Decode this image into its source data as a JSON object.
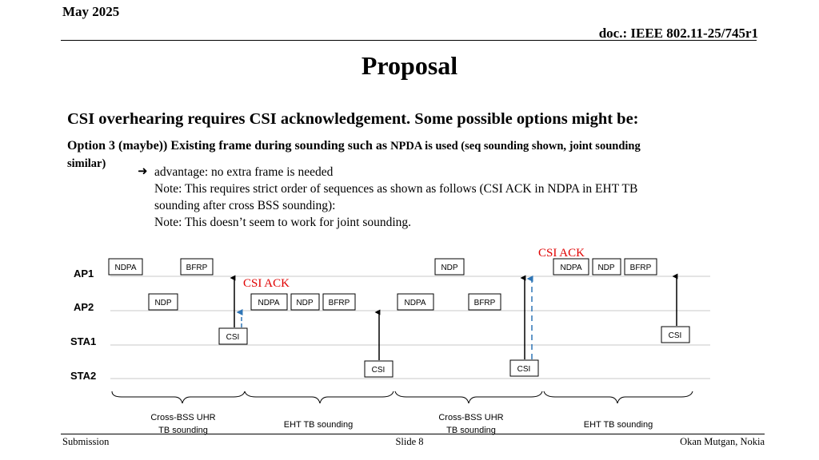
{
  "header": {
    "date": "May 2025",
    "doc": "doc.: IEEE 802.11-25/745r1"
  },
  "title": "Proposal",
  "heading": "CSI overhearing requires CSI acknowledgement. Some possible options might be:",
  "option": {
    "lead": "Option 3 (maybe)) Existing frame during sounding such as ",
    "small": "NPDA is used (seq sounding shown, joint sounding",
    "tail": "similar)"
  },
  "bullet": {
    "line1": "advantage: no extra frame is needed",
    "line2": "Note: This requires strict order of sequences as shown as follows (CSI ACK in NDPA in EHT TB",
    "line3": "sounding after cross BSS sounding):",
    "line4": "Note: This doesn’t seem to work for joint sounding."
  },
  "diagram": {
    "rows": [
      "AP1",
      "AP2",
      "STA1",
      "STA2"
    ],
    "frames": {
      "ndpa": "NDPA",
      "bfrp": "BFRP",
      "ndp": "NDP",
      "csi": "CSI"
    },
    "csi_ack": "CSI ACK",
    "phases": {
      "cross_bss_line1": "Cross-BSS UHR",
      "cross_bss_line2": "TB sounding",
      "eht": "EHT TB sounding"
    },
    "colors": {
      "ack": "#e00000",
      "dashed_arrow": "#2e75b6",
      "line": "#c8c8c8"
    }
  },
  "footer": {
    "left": "Submission",
    "center": "Slide 8",
    "right": "Okan Mutgan, Nokia"
  }
}
